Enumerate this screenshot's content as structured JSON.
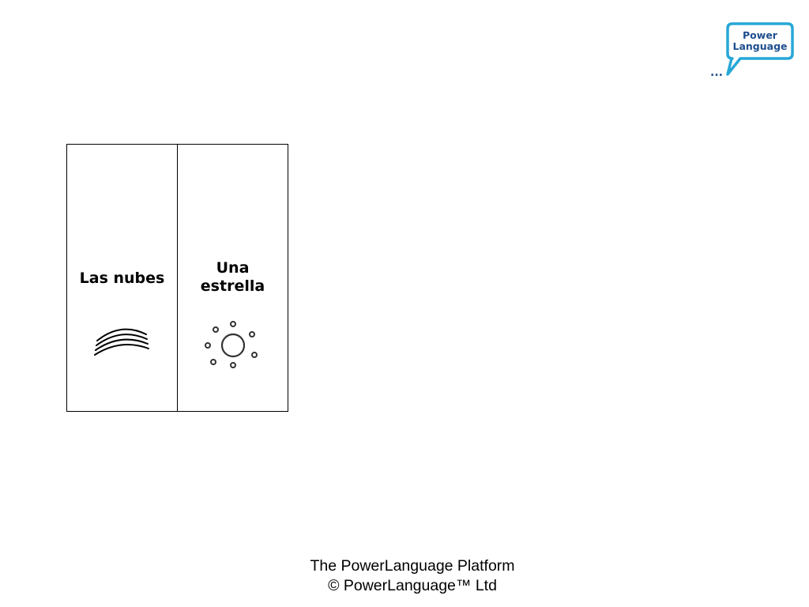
{
  "logo": {
    "line1": "Power",
    "line2": "Language",
    "dots": "...",
    "colors": {
      "brand": "#27a7d8",
      "text": "#1f4f8f"
    }
  },
  "cards": [
    {
      "label": "Las nubes",
      "icon": "clouds-icon"
    },
    {
      "label_line1": "Una",
      "label_line2": "estrella",
      "icon": "star-icon"
    }
  ],
  "footer": {
    "line1": "The PowerLanguage Platform",
    "line2": "© PowerLanguage™ Ltd"
  }
}
